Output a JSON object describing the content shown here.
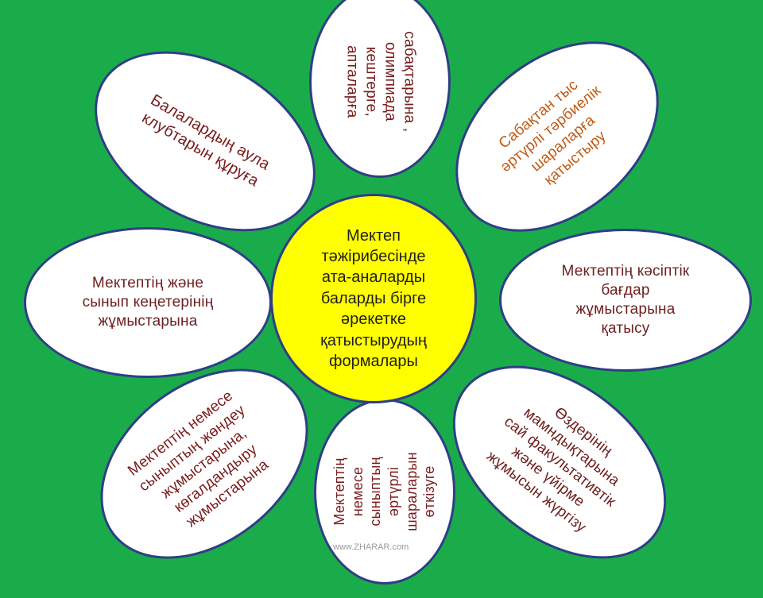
{
  "center": {
    "lines": [
      "Мектеп",
      "тәжірибесінде",
      "ата-аналарды",
      "баларды бірге",
      "әрекетке",
      "қатыстырудың",
      "формалары"
    ],
    "fill": "#ffff00"
  },
  "petals": [
    {
      "id": "top",
      "lines": [
        "сабақтарына ,",
        "олимпиада",
        "кештерге,",
        "апталарға"
      ],
      "color": "#7a1c1c"
    },
    {
      "id": "top-right",
      "lines": [
        "Сабақтан тыс",
        "әртүрлі тәрбиелік",
        "шараларға",
        "қатыстыру"
      ],
      "color": "#c05a14"
    },
    {
      "id": "right",
      "lines": [
        "Мектептің кәсіптік",
        "бағдар",
        "жұмыстарына",
        "қатысу"
      ],
      "color": "#6e1f1f"
    },
    {
      "id": "bottom-right",
      "lines": [
        "Өздерінің",
        "мамндықтарына",
        "сай факультативтік",
        "және үйірме",
        "жұмысын жүргізу"
      ],
      "color": "#6e1f1f"
    },
    {
      "id": "bottom",
      "lines": [
        "Мектептің",
        "немесе",
        "сыныптың",
        "әртүрлі",
        "шараларын",
        "өткізуге"
      ],
      "color": "#7a1c1c"
    },
    {
      "id": "bottom-left",
      "lines": [
        "Мектептің немесе",
        "сыныптың жөндеу",
        "жұмыстарына,",
        "көгалдандыру",
        "жұмыстарына"
      ],
      "color": "#7a1c1c"
    },
    {
      "id": "left",
      "lines": [
        "Мектептің және",
        "сынып кеңетерінің",
        "жұмыстарына"
      ],
      "color": "#6e1f1f"
    },
    {
      "id": "top-left",
      "lines": [
        "Балалардың аула",
        "клубтарын құруға"
      ],
      "color": "#7a1c1c"
    }
  ],
  "watermark": "www.ZHARAR.com",
  "colors": {
    "background": "#1aac4a",
    "petal_fill": "#ffffff",
    "outline": "#2e3e86"
  }
}
